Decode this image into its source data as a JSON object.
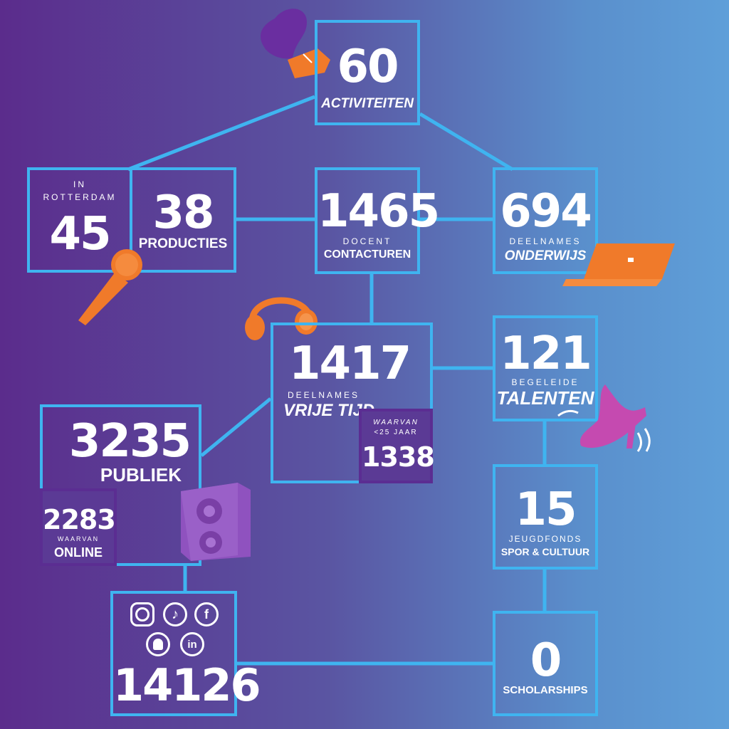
{
  "colors": {
    "box_border": "#3fb4f0",
    "accent_orange": "#f07a2a",
    "accent_purple": "#7a3fa6",
    "accent_pink": "#c54ab0"
  },
  "activiteiten": {
    "value": "60",
    "label": "ACTIVITEITEN"
  },
  "rotterdam": {
    "line1": "IN",
    "line2": "ROTTERDAM",
    "value": "45"
  },
  "producties": {
    "value": "38",
    "label": "PRODUCTIES"
  },
  "contacturen": {
    "value": "1465",
    "line1": "DOCENT",
    "line2": "CONTACTUREN"
  },
  "onderwijs": {
    "value": "694",
    "line1": "DEELNAMES",
    "line2": "ONDERWIJS"
  },
  "vrijetijd": {
    "value": "1417",
    "line1": "DEELNAMES",
    "line2": "VRIJE TIJD",
    "sub_line1": "WAARVAN",
    "sub_line2": "<25 JAAR",
    "sub_value": "1338"
  },
  "talenten": {
    "value": "121",
    "line1": "BEGELEIDE",
    "line2": "TALENTEN"
  },
  "publiek": {
    "value": "3235",
    "label": "PUBLIEK",
    "sub_value": "2283",
    "sub_line1": "WAARVAN",
    "sub_line2": "ONLINE"
  },
  "jeugdfonds": {
    "value": "15",
    "line1": "JEUGDFONDS",
    "line2": "SPOR & CULTUUR"
  },
  "social": {
    "value": "14126",
    "icons": [
      "instagram-icon",
      "tiktok-icon",
      "facebook-icon",
      "snapchat-icon",
      "linkedin-icon"
    ],
    "facebook_glyph": "f",
    "linkedin_glyph": "in"
  },
  "scholarships": {
    "value": "0",
    "label": "SCHOLARSHIPS"
  }
}
